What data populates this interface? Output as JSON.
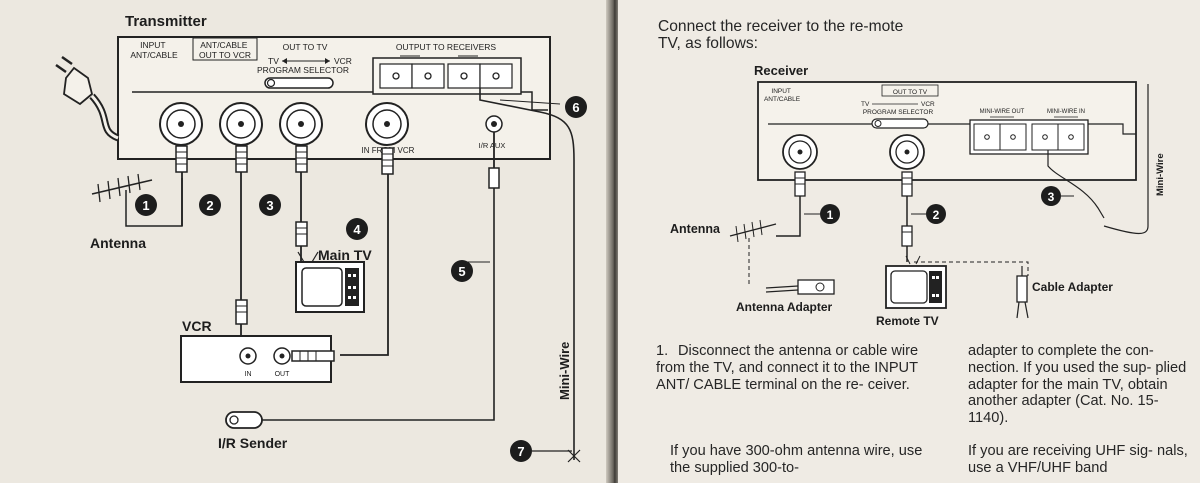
{
  "left_page": {
    "title": "Transmitter",
    "panel_labels": {
      "input_ant_cable": [
        "INPUT",
        "ANT/CABLE"
      ],
      "ant_cable_out_to_vcr": [
        "ANT/CABLE",
        "OUT TO VCR"
      ],
      "out_to_tv": "OUT TO TV",
      "tv": "TV",
      "vcr": "VCR",
      "program_selector": "PROGRAM SELECTOR",
      "output_to_receivers": "OUTPUT TO RECEIVERS",
      "in_from_vcr": "IN FROM VCR",
      "ir_aux": "I/R AUX"
    },
    "vcr_labels": {
      "title": "VCR",
      "in": "IN",
      "out": "OUT"
    },
    "component_labels": {
      "antenna": "Antenna",
      "main_tv": "Main TV",
      "ir_sender": "I/R Sender",
      "mini_wire": "Mini-Wire"
    },
    "callouts": [
      "1",
      "2",
      "3",
      "4",
      "5",
      "6",
      "7"
    ]
  },
  "right_page": {
    "intro": "Connect the receiver to the re-mote TV, as follows:",
    "title": "Receiver",
    "panel_labels": {
      "input_ant_cable": [
        "INPUT",
        "ANT/CABLE"
      ],
      "out_to_tv": "OUT TO TV",
      "tv": "TV",
      "vcr": "VCR",
      "program_selector": "PROGRAM SELECTOR",
      "mini_wire_out": "MINI-WIRE OUT",
      "mini_wire_in": "MINI-WIRE IN"
    },
    "component_labels": {
      "antenna": "Antenna",
      "antenna_adapter": "Antenna Adapter",
      "remote_tv": "Remote TV",
      "cable_adapter": "Cable Adapter",
      "mini_wire": "Mini-Wire"
    },
    "callouts": [
      "1",
      "2",
      "3"
    ],
    "step1_number": "1.",
    "step1_text": "Disconnect the antenna or cable wire from the TV, and connect it to the INPUT ANT/ CABLE terminal on the re- ceiver.",
    "step1_note": "If you have 300-ohm antenna wire, use the supplied 300-to-",
    "col2_text": "adapter to complete the con- nection. If you used the sup- plied adapter for the main TV, obtain another adapter (Cat. No. 15-1140).",
    "col2_note": "If you are receiving UHF sig- nals, use a VHF/UHF band"
  }
}
